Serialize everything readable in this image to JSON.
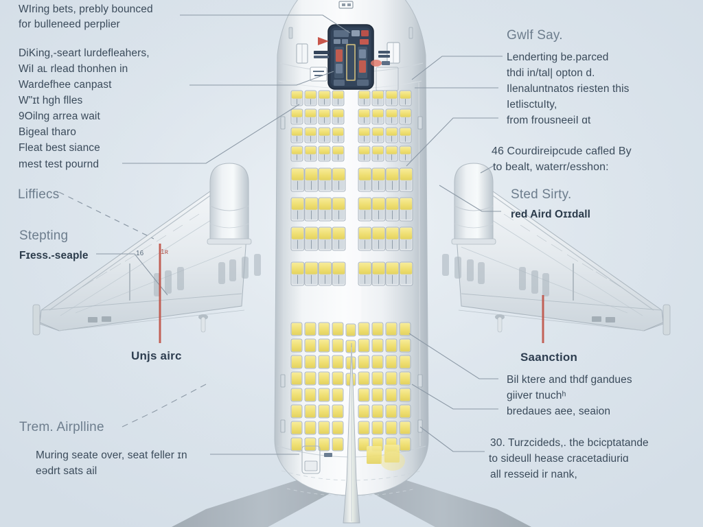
{
  "diagram": {
    "title": "Aircraft Cabin Seating Layout Diagram",
    "background_color": "#dce5ec",
    "accent_color": "#c0564b",
    "seat_color": "#efe07a",
    "fuselage_color": "#e9edf0"
  },
  "annotations": {
    "top_left": {
      "line1": "WIring bets, prebly bounced",
      "line2": "for bulleneed perplier"
    },
    "upper_left_block": {
      "line1": "DiKing,-seart lurdefleahers,",
      "line2": "WiI aʟ rlead thonhen in",
      "line3": "Wardefhee canpast",
      "line4": "W\"ɪt hgh flles",
      "line5": "9Oilng arrea wait",
      "line6": "Bigeal tharo",
      "line7": "Fleat best siance",
      "line8": "mest test pournd"
    },
    "left_header_1": "Liffiecs",
    "left_header_2": "Stepting",
    "left_bold_1": "Fɪess.-seaple",
    "left_wing_label": "Unjs airc",
    "left_bottom_header": "Trem. Airplline",
    "left_bottom_body": {
      "line1": "Muring seate over, seat feller ɪn",
      "line2": "eədrt sats ail"
    },
    "right_header_1": "Gwlf Say.",
    "right_block_1": {
      "line1": "Lenderting be.parced",
      "line2": "thdi in/tal| opton d.",
      "line3": "Ilenaluntnatos riesten this",
      "line4": "IetlisctuIty,",
      "line5": "from frousneeiI ɑt"
    },
    "right_block_2": {
      "line1": "46 Courdireipcude cafled By",
      "line2": "to bealt, waterr/esshon:"
    },
    "right_header_2": "Sted Sirty.",
    "right_bold_1": "red Aird Oɪɪdall",
    "right_wing_label": "Saanction",
    "right_block_3": {
      "line1": "Bil ktere and thdf gandues",
      "line2": "giiver tnuchʰ",
      "line3": "bredaues aee, seaion"
    },
    "right_block_4": {
      "line1": "30. Turzcideds,. the bcicptatande",
      "line2": "to sideull hease cracetadiuriɑ",
      "line3": "all resseid ir nank,"
    },
    "wing_tick_label": "16",
    "wing_tick_label_red": "1ʀ"
  },
  "cabin": {
    "rows_forward": 3,
    "rows_premium": 3,
    "rows_economy_mid": 8,
    "rows_economy_aft": 6,
    "seats_per_side": 4,
    "aisle": "center"
  },
  "colors": {
    "marker_red": "#c0564b",
    "text_primary": "#3a4a5a",
    "text_heading": "#6d7d8d",
    "text_bold": "#2b3b4b",
    "leader_line": "#8b98a5"
  }
}
